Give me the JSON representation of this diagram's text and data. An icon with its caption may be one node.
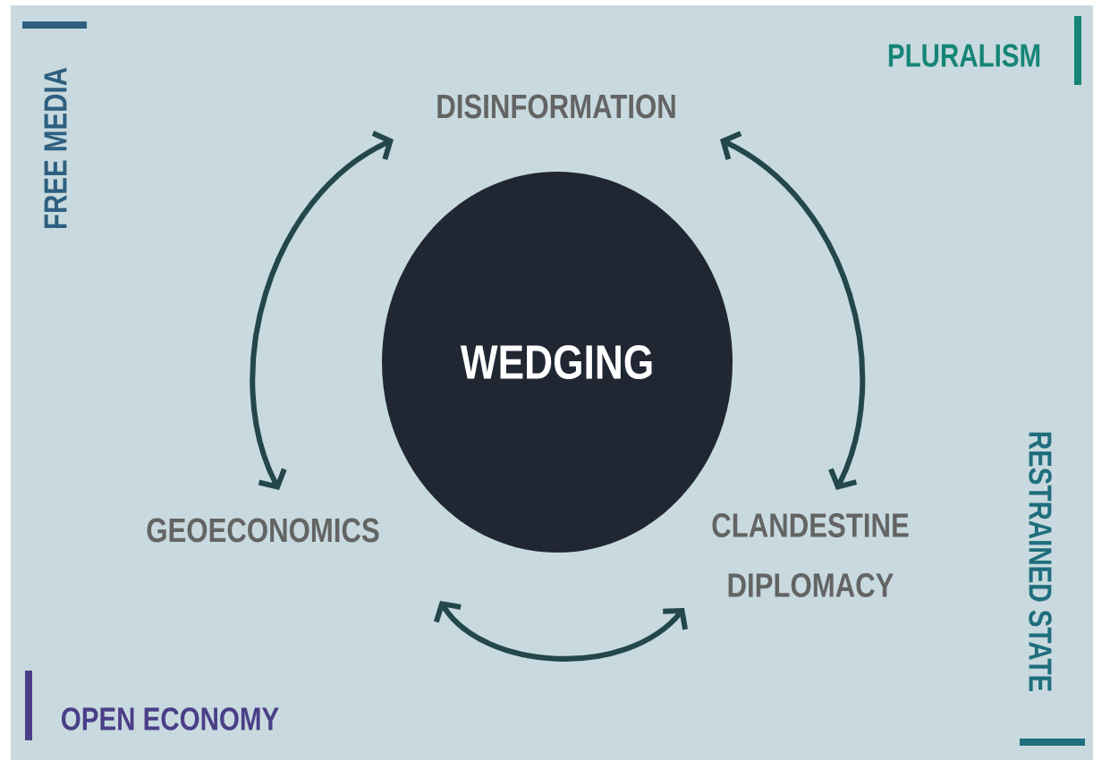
{
  "diagram": {
    "nodes": [
      {
        "text": [
          "WEDGING"
        ]
      },
      {
        "text": [
          "DISINFORMATION"
        ]
      },
      {
        "text": [
          "GEOECONOMICS"
        ]
      },
      {
        "text": [
          "CLANDESTINE DIPLOMACY"
        ]
      }
    ],
    "edges": [
      {
        "from": 1,
        "to": 2,
        "arrow": "both"
      },
      {
        "from": 1,
        "to": 3,
        "arrow": "both"
      },
      {
        "from": 2,
        "to": 3,
        "arrow": "both"
      }
    ],
    "labels": [
      "FREE MEDIA",
      "PLURALISM",
      "RESTRAINED STATE",
      "OPEN ECONOMY"
    ]
  }
}
